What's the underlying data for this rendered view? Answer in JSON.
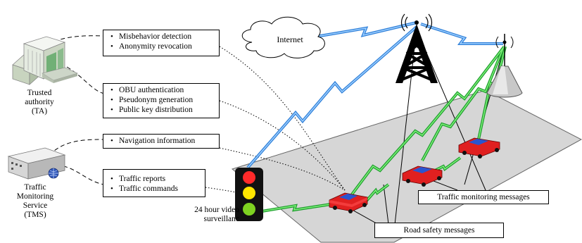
{
  "entities": {
    "ta": {
      "line1": "Trusted",
      "line2": "authority",
      "line3": "(TA)"
    },
    "tms": {
      "line1": "Traffic",
      "line2": "Monitoring",
      "line3": "Service",
      "line4": "(TMS)"
    },
    "internet": "Internet",
    "surveillance": {
      "line1": "24 hour video",
      "line2": "surveillanc"
    }
  },
  "boxes": {
    "misbehavior": [
      "Misbehavior detection",
      "Anonymity revocation"
    ],
    "authentication": [
      "OBU authentication",
      "Pseudonym generation",
      "Public key distribution"
    ],
    "navigation": [
      "Navigation information"
    ],
    "traffic": [
      "Traffic reports",
      "Traffic commands"
    ]
  },
  "messages": {
    "traffic_monitoring": "Traffic monitoring messages",
    "road_safety": "Road safety messages"
  },
  "colors": {
    "cellular_link": "#1e90ff",
    "v2v_link": "#22c55e",
    "car_body": "#e02020",
    "road": "#d4d4d4",
    "light_red": "#ff2a2a",
    "light_yellow": "#ffe600",
    "light_green": "#7ed321"
  },
  "icons": [
    "building-icon",
    "server-icon",
    "cloud-icon",
    "cell-tower-icon",
    "base-station-icon",
    "traffic-light-icon",
    "car-icon"
  ]
}
